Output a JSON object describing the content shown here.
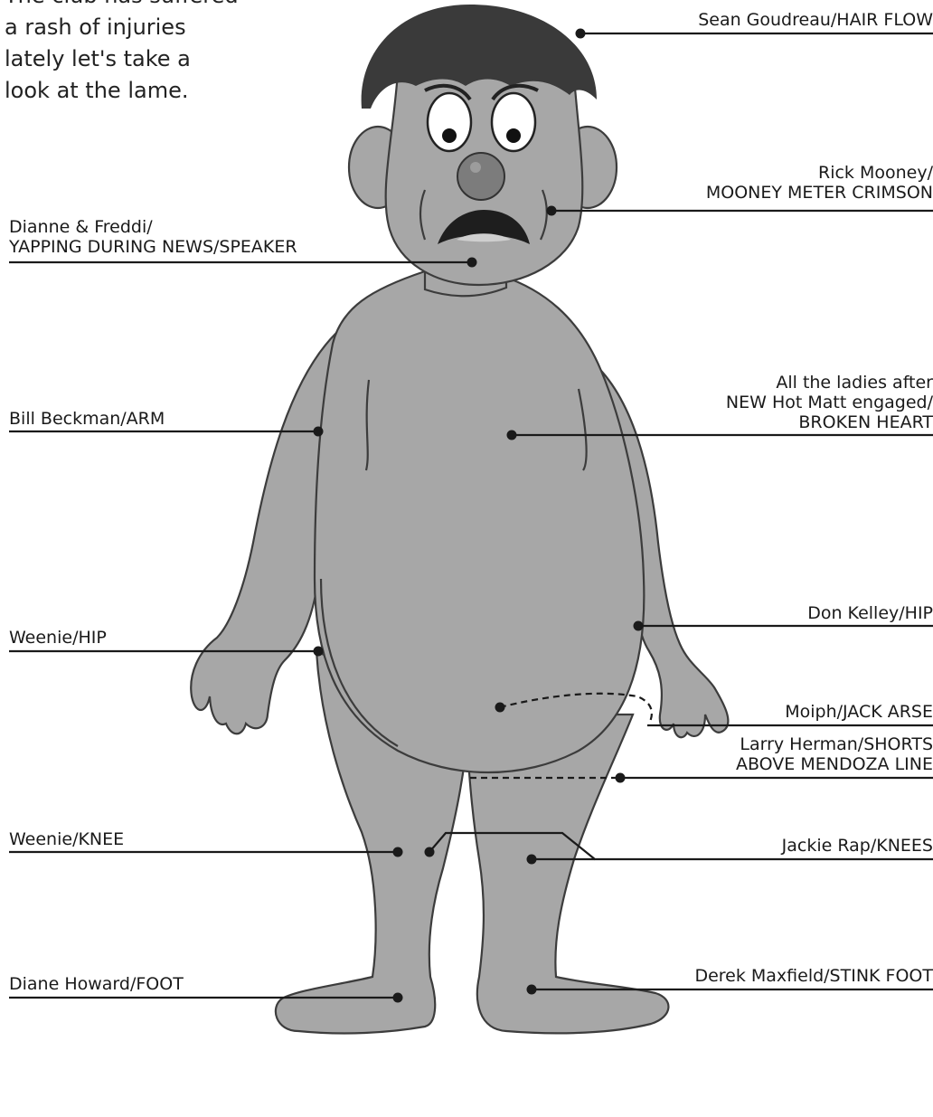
{
  "intro": {
    "line1": "The club has suffered",
    "line2": "a rash of injuries",
    "line3": "lately let's take a",
    "line4": "look at the lame."
  },
  "labels": {
    "hair": "Sean Goudreau/HAIR FLOW",
    "cheek_1": "Rick Mooney/",
    "cheek_2": "MOONEY METER  CRIMSON",
    "chin_1": "Dianne & Freddi/",
    "chin_2": "YAPPING DURING NEWS/SPEAKER",
    "heart_1": "All the ladies after",
    "heart_2": "NEW Hot Matt engaged/",
    "heart_3": "BROKEN HEART",
    "arm": "Bill Beckman/ARM",
    "hip_right": "Don Kelley/HIP",
    "hip_left": "Weenie/HIP",
    "arse": "Moiph/JACK ARSE",
    "shorts_1": "Larry Herman/SHORTS",
    "shorts_2": "ABOVE MENDOZA LINE",
    "knee_left": "Weenie/KNEE",
    "knees": "Jackie Rap/KNEES",
    "stink_foot": "Derek Maxfield/STINK FOOT",
    "foot": "Diane Howard/FOOT"
  },
  "colors": {
    "skin": "#a7a7a7",
    "hair": "#3a3a3a",
    "nose": "#7c7c7c",
    "line": "#1a1a1a"
  }
}
